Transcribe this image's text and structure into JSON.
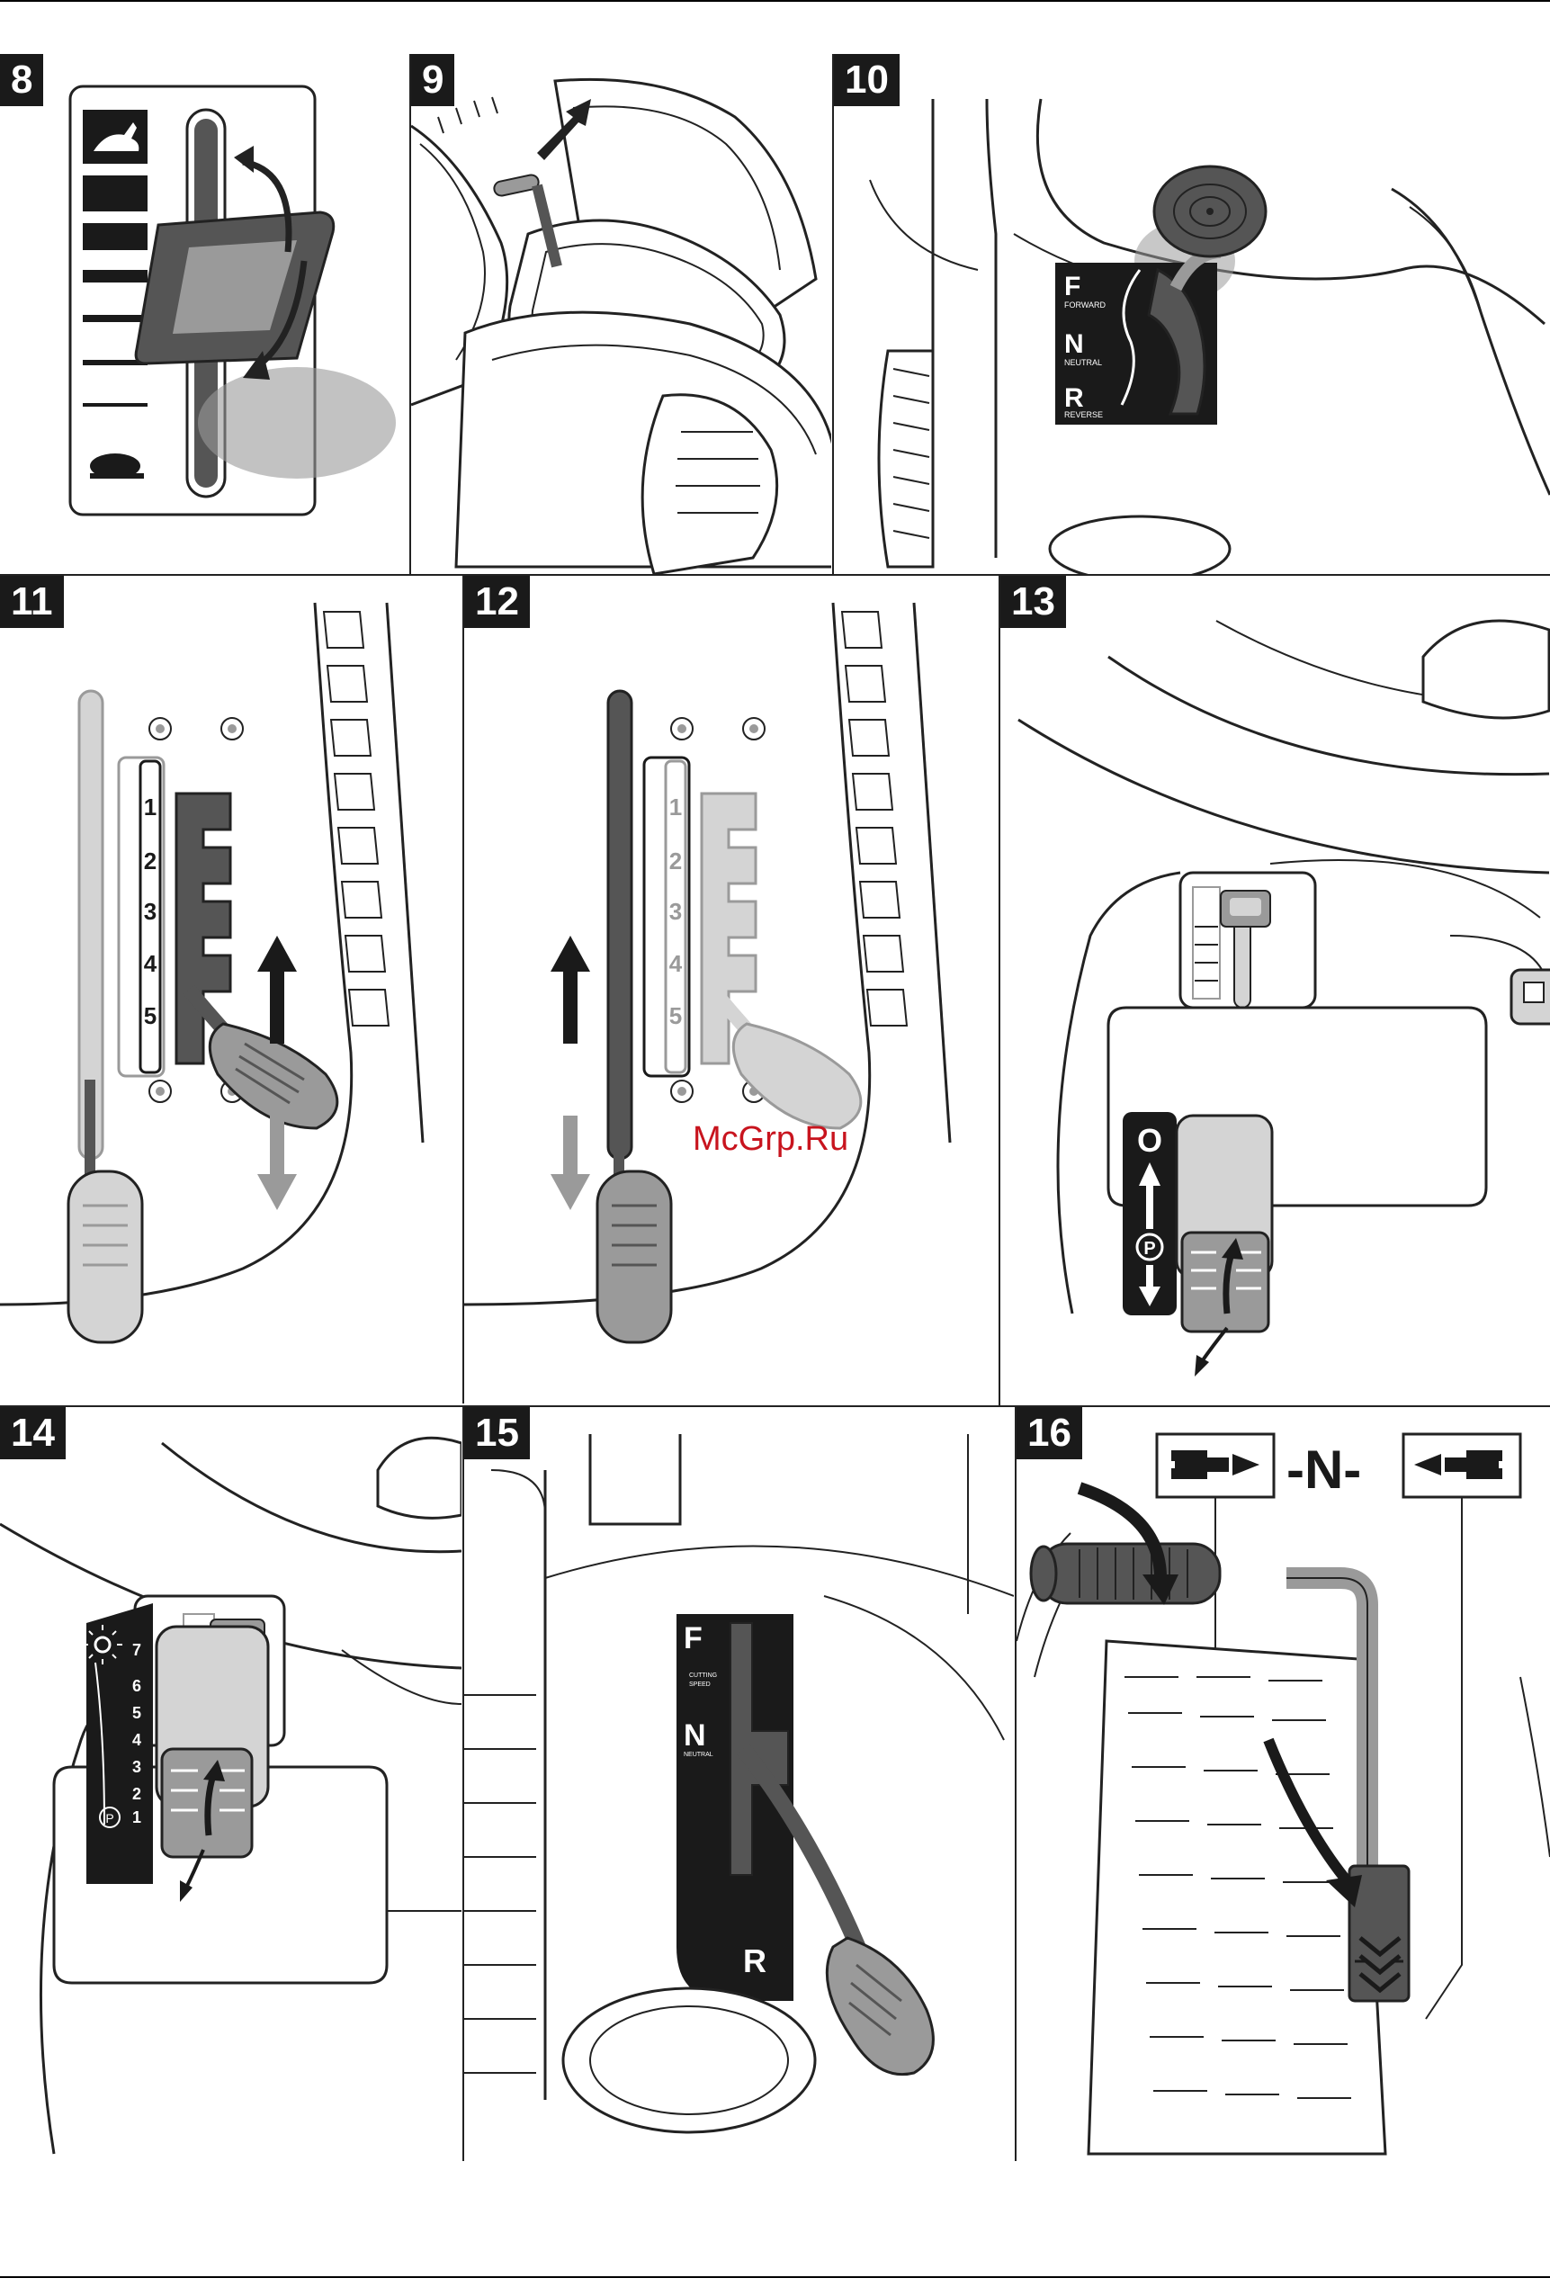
{
  "figures": [
    {
      "number": "8"
    },
    {
      "number": "9"
    },
    {
      "number": "10",
      "labels": {
        "forward": "F",
        "forward_sub": "FORWARD",
        "neutral": "N",
        "neutral_sub": "NEUTRAL",
        "reverse": "R",
        "reverse_sub": "REVERSE"
      }
    },
    {
      "number": "11",
      "gears": [
        "1",
        "2",
        "3",
        "4",
        "5"
      ]
    },
    {
      "number": "12",
      "gears": [
        "1",
        "2",
        "3",
        "4",
        "5"
      ]
    },
    {
      "number": "13",
      "labels": {
        "top": "O",
        "park": "P"
      }
    },
    {
      "number": "14",
      "scale": [
        "7",
        "6",
        "5",
        "4",
        "3",
        "2",
        "1"
      ],
      "park": "P"
    },
    {
      "number": "15",
      "labels": {
        "forward": "F",
        "cutting": "CUTTING",
        "speed": "SPEED",
        "neutral": "N",
        "neutral_sub": "NEUTRAL",
        "reverse": "R"
      }
    },
    {
      "number": "16",
      "labels": {
        "neutral": "-N-"
      }
    }
  ],
  "watermark": "McGrp.Ru",
  "colors": {
    "ink": "#1a1a1a",
    "grey_light": "#d4d4d4",
    "grey_mid": "#9a9a9a",
    "grey_dark": "#555555",
    "watermark": "#c8141e"
  }
}
